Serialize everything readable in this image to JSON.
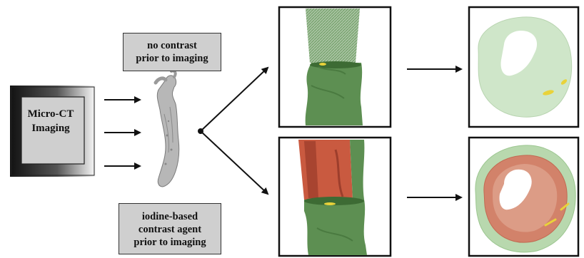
{
  "device": {
    "line1": "Micro-CT",
    "line2": "Imaging"
  },
  "labels": {
    "no_contrast": [
      "no contrast",
      "prior to imaging"
    ],
    "iodine": [
      "iodine-based",
      "contrast agent",
      "prior to imaging"
    ]
  },
  "colors": {
    "vessel_green": "#5d8f52",
    "contrast_red": "#c95a40",
    "cross_section_green": "#cfe6c9",
    "calcification_yellow": "#e9d23a",
    "label_fill": "#cfcfcf"
  }
}
